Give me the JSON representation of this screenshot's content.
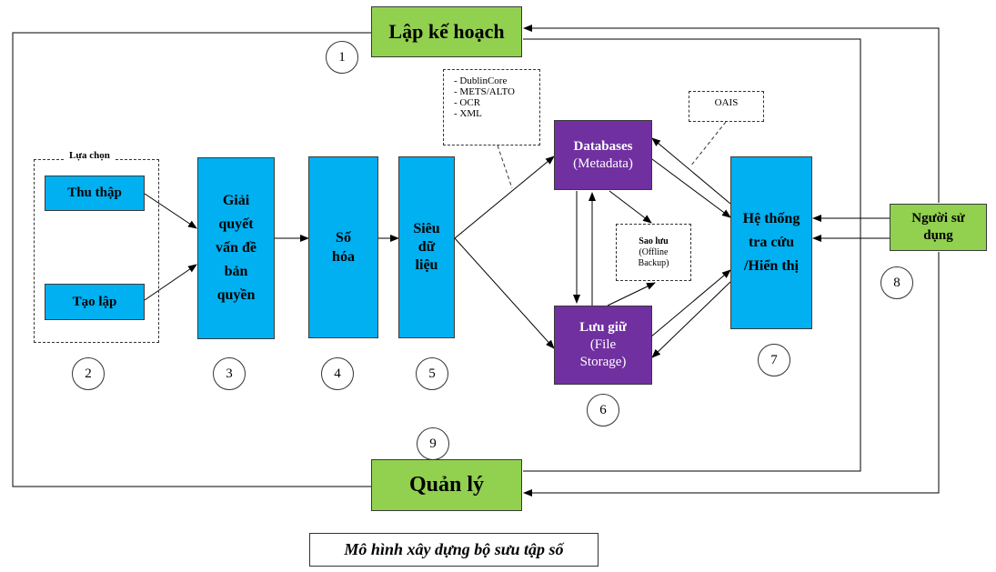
{
  "nodes": {
    "lap_ke_hoach": "Lập kế hoạch",
    "quan_ly": "Quản lý",
    "lua_chon": "Lựa chọn",
    "thu_thap": "Thu thập",
    "tao_lap": "Tạo lập",
    "giai_quyet": "Giải\nquyết\nvấn đề\nbản\nquyền",
    "so_hoa": "Số\nhóa",
    "sieu_du_lieu": "Siêu\ndữ\nliệu",
    "databases_title": "Databases",
    "databases_sub": "(Metadata)",
    "luu_giu_title": "Lưu giữ",
    "luu_giu_sub": "(File\nStorage)",
    "sao_luu_title": "Sao lưu",
    "sao_luu_sub": "(Offline\nBackup)",
    "he_thong": "Hệ thống\ntra cứu\n/Hiển thị",
    "nguoi_su_dung": "Người sử\ndụng"
  },
  "notes": {
    "metadata_standards": "- DublinCore\n- METS/ALTO\n- OCR\n- XML",
    "oais": "OAIS"
  },
  "step_numbers": [
    "1",
    "2",
    "3",
    "4",
    "5",
    "6",
    "7",
    "8",
    "9"
  ],
  "caption": "Mô hình xây dựng bộ sưu tập số"
}
